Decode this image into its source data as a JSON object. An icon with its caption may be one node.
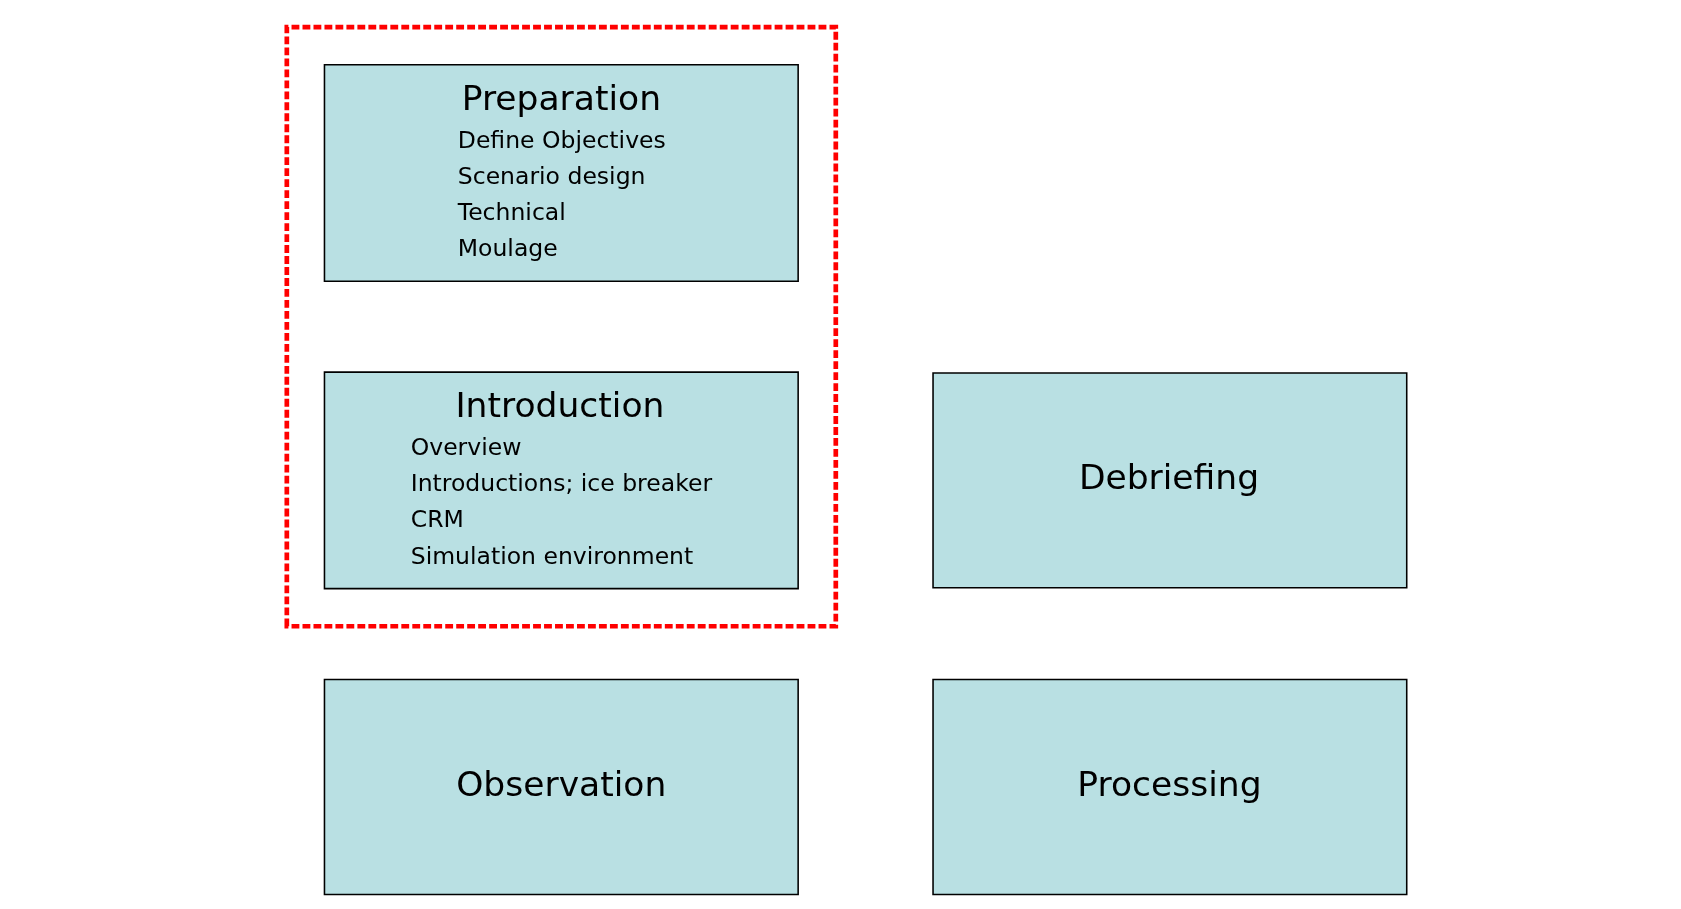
{
  "diagram": {
    "nodes": [
      {
        "text": [],
        "shape": "box"
      },
      {
        "text": [
          "Preparation",
          "Define Objectives",
          "Scenario design",
          "Technical",
          "Moulage"
        ],
        "in": 0
      },
      {
        "text": [
          "Debriefing"
        ]
      },
      {
        "text": [
          "Introduction",
          "Overview",
          "Introductions; ice breaker",
          "CRM",
          "Simulation environment"
        ],
        "in": 0
      },
      {
        "text": [
          "Processing"
        ]
      },
      {
        "text": [
          "Observation"
        ]
      }
    ],
    "edges": []
  }
}
